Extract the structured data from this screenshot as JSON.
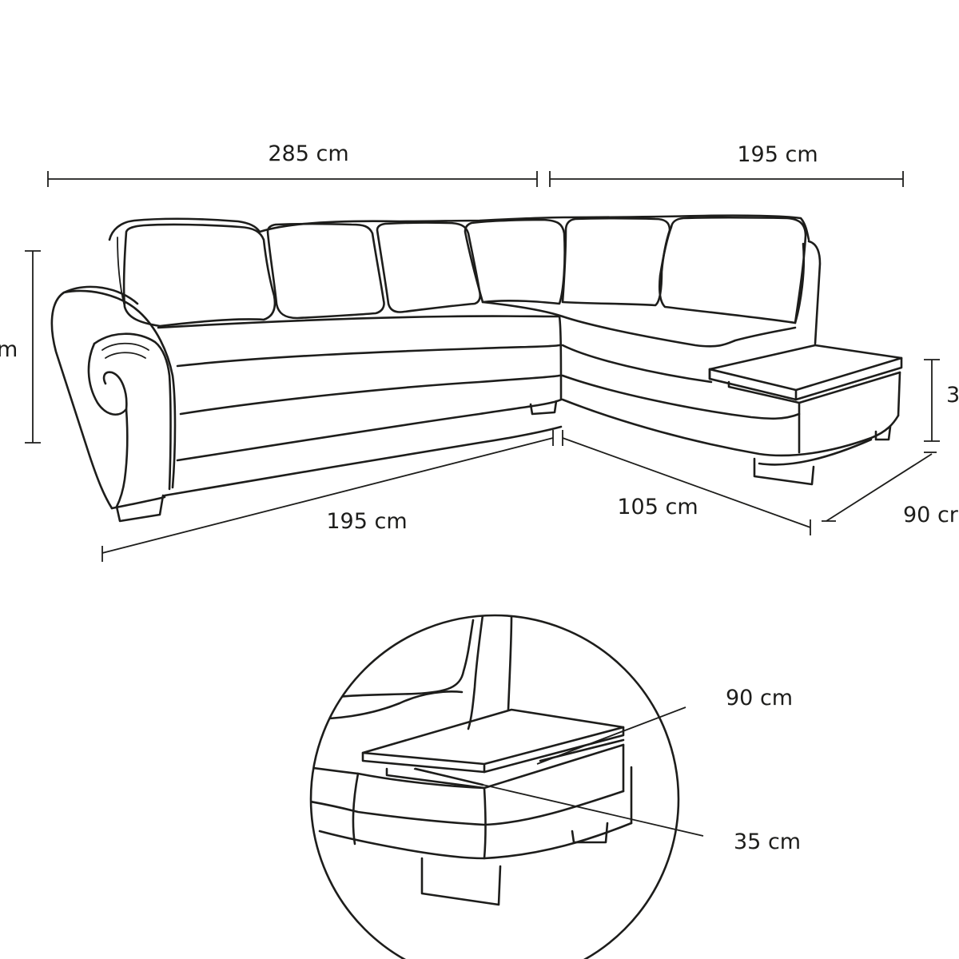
{
  "dimensions": {
    "top_left_width": "285 cm",
    "top_right_width": "195 cm",
    "left_height": "m",
    "right_height": "3",
    "front_left_length": "195 cm",
    "front_right_length": "105 cm",
    "right_depth": "90 cr"
  },
  "detail": {
    "top_dimension": "90 cm",
    "bottom_dimension": "35 cm"
  }
}
